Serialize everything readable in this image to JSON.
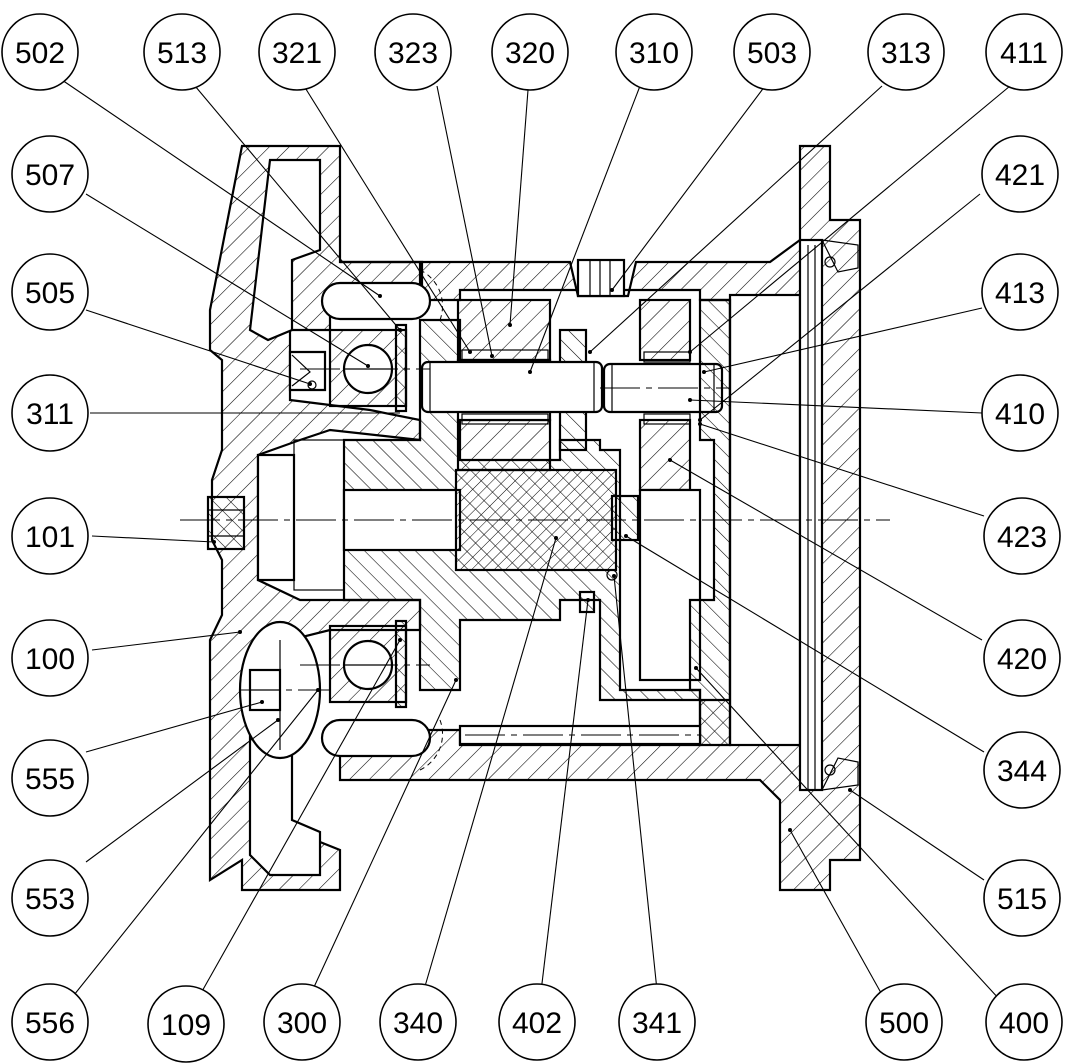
{
  "diagram": {
    "labels": [
      {
        "id": "502",
        "text": "502"
      },
      {
        "id": "513",
        "text": "513"
      },
      {
        "id": "321",
        "text": "321"
      },
      {
        "id": "323",
        "text": "323"
      },
      {
        "id": "320",
        "text": "320"
      },
      {
        "id": "310",
        "text": "310"
      },
      {
        "id": "503",
        "text": "503"
      },
      {
        "id": "313",
        "text": "313"
      },
      {
        "id": "411",
        "text": "411"
      },
      {
        "id": "507",
        "text": "507"
      },
      {
        "id": "421",
        "text": "421"
      },
      {
        "id": "505",
        "text": "505"
      },
      {
        "id": "413",
        "text": "413"
      },
      {
        "id": "311",
        "text": "311"
      },
      {
        "id": "410",
        "text": "410"
      },
      {
        "id": "101",
        "text": "101"
      },
      {
        "id": "423",
        "text": "423"
      },
      {
        "id": "100",
        "text": "100"
      },
      {
        "id": "420",
        "text": "420"
      },
      {
        "id": "555",
        "text": "555"
      },
      {
        "id": "344",
        "text": "344"
      },
      {
        "id": "553",
        "text": "553"
      },
      {
        "id": "515",
        "text": "515"
      },
      {
        "id": "556",
        "text": "556"
      },
      {
        "id": "109",
        "text": "109"
      },
      {
        "id": "300",
        "text": "300"
      },
      {
        "id": "340",
        "text": "340"
      },
      {
        "id": "402",
        "text": "402"
      },
      {
        "id": "341",
        "text": "341"
      },
      {
        "id": "500",
        "text": "500"
      },
      {
        "id": "400",
        "text": "400"
      }
    ]
  }
}
